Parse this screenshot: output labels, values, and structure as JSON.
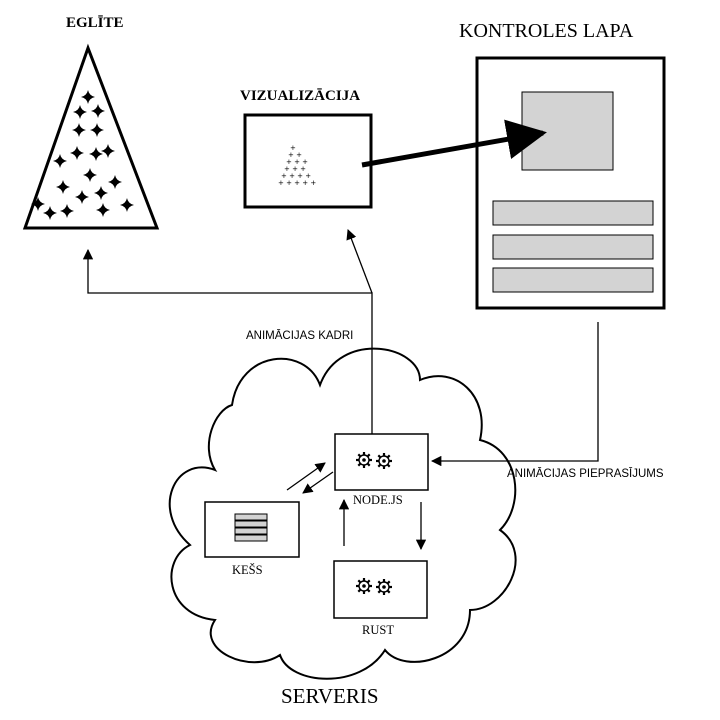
{
  "tree_label": "EGLĪTE",
  "visualization_label": "VIZUALIZĀCIJA",
  "control_page_label": "KONTROLES LAPA",
  "animation_frames_label": "ANIMĀCIJAS KADRI",
  "animation_request_label": "ANIMĀCIJAS PIEPRASĪJUMS",
  "nodejs_label": "NODE.JS",
  "cache_label": "KEŠS",
  "rust_label": "RUST",
  "server_label": "SERVERIS",
  "colors": {
    "panel_gray": "#d3d3d3",
    "ink": "#000000",
    "background": "#ffffff"
  },
  "icons": {
    "nodejs": "gears-icon",
    "rust": "gears-icon",
    "cache": "stack-icon",
    "tree_lights": "sparkle-icon"
  }
}
